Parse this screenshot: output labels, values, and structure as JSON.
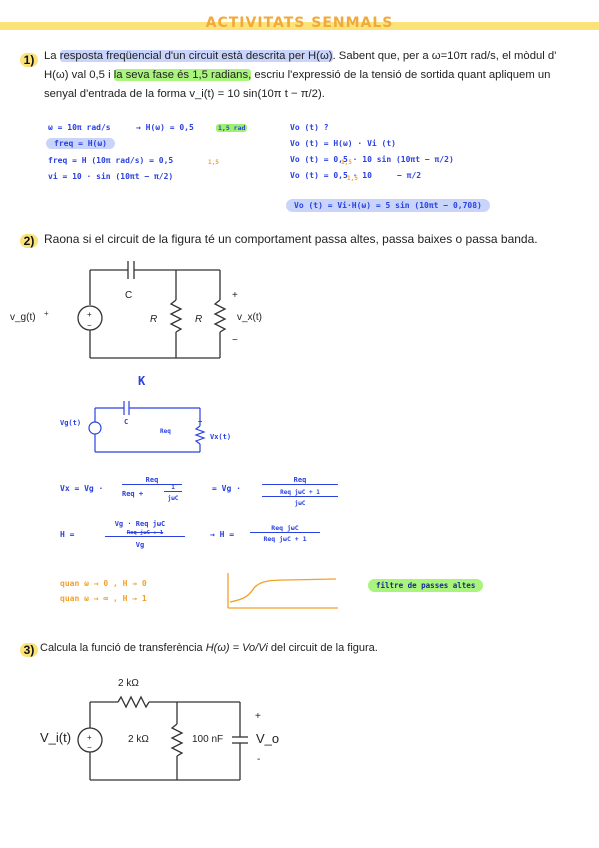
{
  "title": "ACTIVITATS SENMALS",
  "q1": {
    "num": "1)",
    "line1_pre": "La ",
    "line1_hl": "resposta freqüencial d'un circuit està descrita per H(ω)",
    "line1_post": ". Sabent que, per a ω=10π rad/s, el mòdul d'",
    "line2_pre": "H(ω) val 0,5 i ",
    "line2_hl": "la seva fase és 1,5 radians,",
    "line2_post": " escriu l'expressió de la tensió de sortida quant apliquem un",
    "line3": "senyal d'entrada de la forma v_i(t) = 10 sin(10π t − π/2).",
    "notes_left": [
      "ω = 10π rad/s",
      "→  H(ω) = 0,5",
      "freq = H(ω)",
      "freq = H (10π rad/s) = 0,5",
      "vi = 10 · sin (10πt − π/2)"
    ],
    "phase_tag": "1,5 rad",
    "phase_sub": "1,5",
    "notes_right": [
      "Vo (t) ?",
      "Vo (t) = H(ω) · Vi (t)",
      "Vo (t) = 0,5 · 10 sin (10πt − π/2)",
      "Vo (t) = 0,5 · 10",
      "Vo (t) = Vi·H(ω) = 5 sin (10πt − 0,708)"
    ],
    "right_sub1": "1,5",
    "right_sub2": "1,5",
    "right_tail": "− π/2"
  },
  "q2": {
    "num": "2)",
    "text": "Raona si el circuit de la figura té un comportament passa altes, passa baixes o passa banda.",
    "labels": {
      "C": "C",
      "R1": "R",
      "R2": "R",
      "vg": "v_g(t)",
      "vx": "v_x(t)",
      "plus": "+",
      "minus": "−"
    },
    "mark": "K",
    "sketch": {
      "vg": "Vg(t)",
      "C": "C",
      "req": "Req",
      "vx": "Vx(t)"
    },
    "eq1_left": "Vx = Vg ·",
    "eq1_num": "Req",
    "eq1_den": "Req +",
    "eq1_den_frac_num": "1",
    "eq1_den_frac_den": "jωC",
    "eq1_mid": "= Vg ·",
    "eq1_r_num": "Req",
    "eq1_r_den_top": "Req jωC + 1",
    "eq1_r_den_bot": "jωC",
    "eq2_left": "H =",
    "eq2_num": "Vg · Req jωC",
    "eq2_num_sub": "Req jωC + 1",
    "eq2_den": "Vg",
    "eq2_res": "→ H =",
    "eq2_res_num": "Req jωC",
    "eq2_res_den": "Req jωC + 1",
    "limit1": "quan  ω → 0 ,  H → 0",
    "limit2": "quan  ω → ∞ ,  H → 1",
    "filter": "filtre de passes altes"
  },
  "q3": {
    "num": "3)",
    "text_pre": "Calcula la funció de transferència ",
    "text_formula": "H(ω) = Vo/Vi",
    "text_post": " del circuit de la figura.",
    "labels": {
      "r1": "2 kΩ",
      "r2": "2 kΩ",
      "c": "100 nF",
      "vi": "V_i(t)",
      "vo": "V_o",
      "plus": "+",
      "minus": "-"
    }
  }
}
